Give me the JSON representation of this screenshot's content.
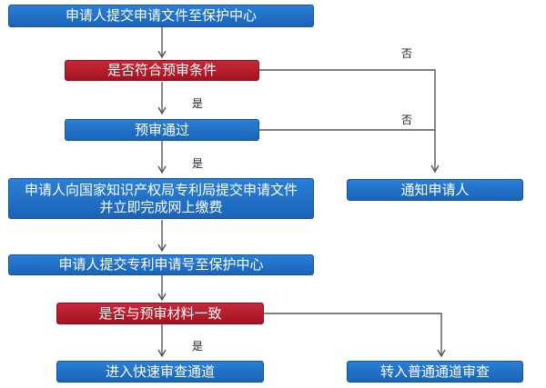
{
  "nodes": {
    "submit_application": "申请人提交申请文件至保护中心",
    "meets_pre_exam": "是否符合预审条件",
    "pre_exam_passed": "预审通过",
    "file_with_cnipa": "申请人向国家知识产权局专利局提交申请文件并立即完成网上缴费",
    "notify_applicant": "通知申请人",
    "submit_patent_number": "申请人提交专利申请号至保护中心",
    "consistent_with_pre_exam": "是否与预审材料一致",
    "fast_track_exam": "进入快速审查通道",
    "normal_exam": "转入普通通道审查"
  },
  "labels": {
    "no_1": "否",
    "yes_1": "是",
    "no_2": "否",
    "yes_2": "是",
    "yes_3": "是"
  },
  "colors": {
    "process_box": "#1f6fc5",
    "decision_box": "#b51d2b",
    "connector": "#555555"
  }
}
